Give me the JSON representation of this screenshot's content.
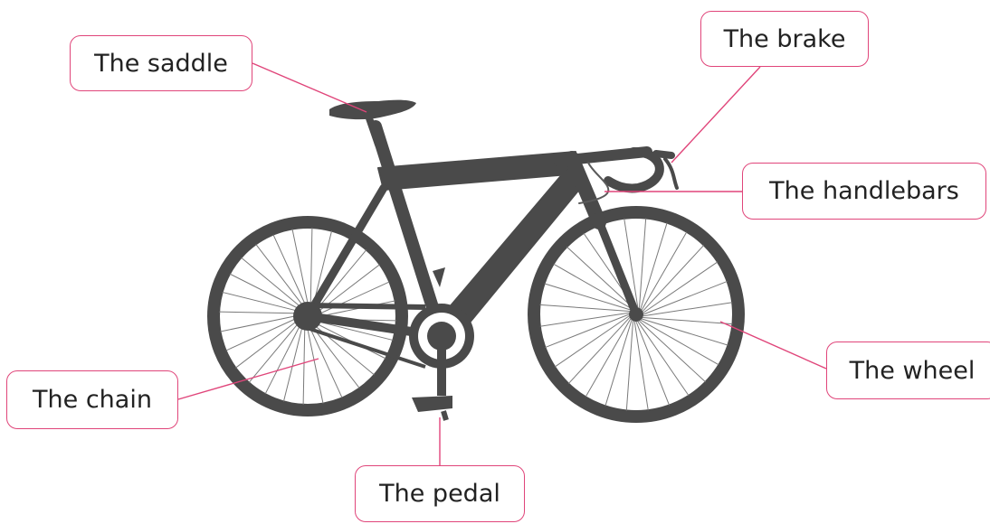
{
  "labels": {
    "saddle": "The saddle",
    "brake": "The brake",
    "handlebars": "The handlebars",
    "wheel": "The wheel",
    "chain": "The chain",
    "pedal": "The pedal"
  },
  "colors": {
    "bike": "#4a4a4a",
    "leader": "#e0457a",
    "spoke": "#7a7a7a"
  },
  "icons": {
    "bicycle": "bicycle-silhouette-icon"
  }
}
